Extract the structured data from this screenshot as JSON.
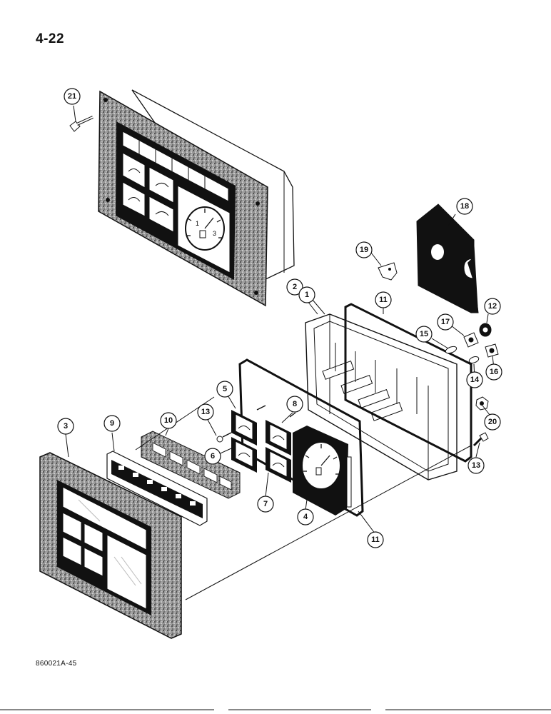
{
  "page": {
    "number": "4-22"
  },
  "figure": {
    "id": "860021A-45"
  },
  "callouts": [
    "21",
    "18",
    "19",
    "2",
    "1",
    "11",
    "12",
    "17",
    "15",
    "14",
    "16",
    "20",
    "13",
    "5",
    "8",
    "13",
    "6",
    "3",
    "9",
    "10",
    "7",
    "4",
    "11"
  ],
  "gauge_face": {
    "digit_left": "1",
    "digit_right": "3"
  }
}
